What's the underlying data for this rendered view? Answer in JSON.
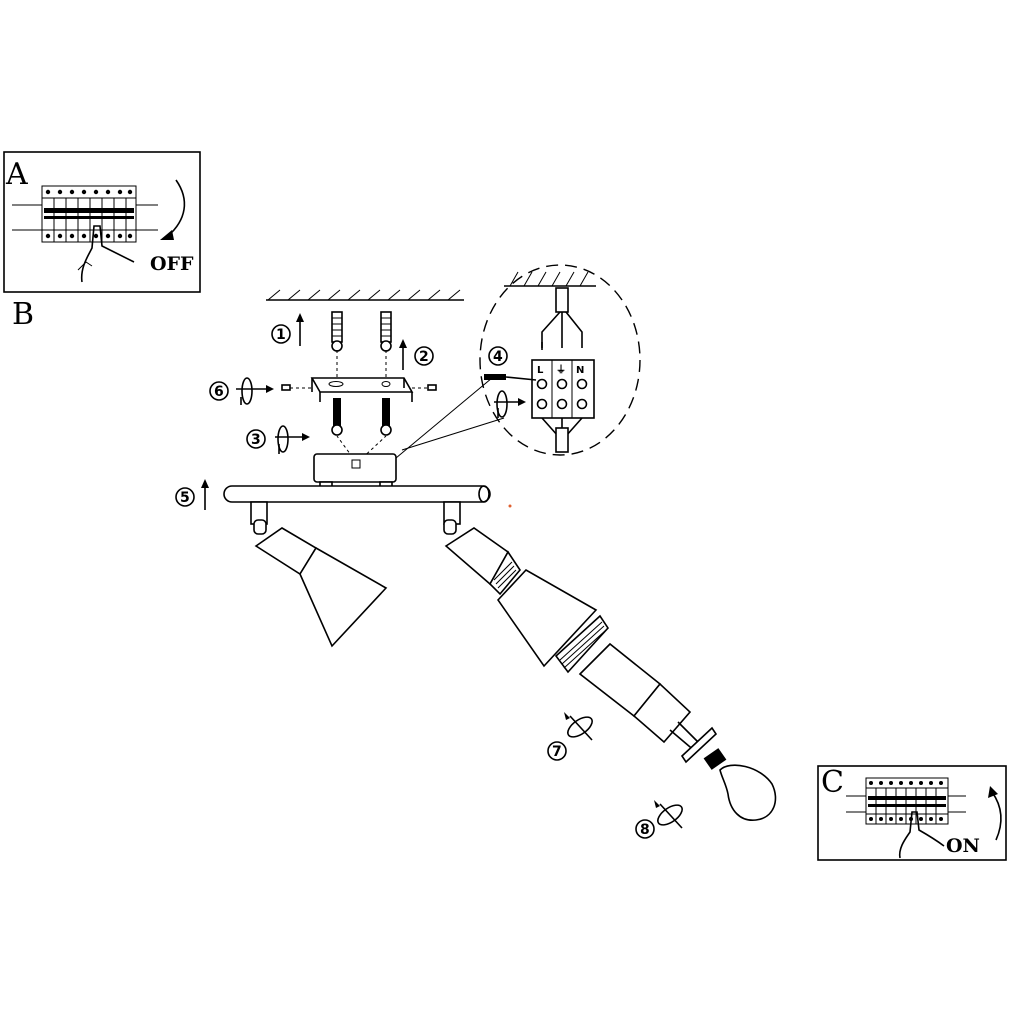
{
  "panels": {
    "a": {
      "letter": "A",
      "switch_label": "OFF"
    },
    "b": {
      "letter": "B"
    },
    "c": {
      "letter": "C",
      "switch_label": "ON"
    }
  },
  "terminal_block": {
    "labels": [
      "L",
      "⏚",
      "N"
    ]
  },
  "steps": [
    {
      "num": "1",
      "icon": "arrow-up-icon"
    },
    {
      "num": "2",
      "icon": "arrow-up-icon"
    },
    {
      "num": "3",
      "icon": "rotate-screw-icon"
    },
    {
      "num": "4",
      "icon": "screwdriver-icon"
    },
    {
      "num": "5",
      "icon": "arrow-up-icon"
    },
    {
      "num": "6",
      "icon": "rotate-screw-icon"
    },
    {
      "num": "7",
      "icon": "rotate-icon"
    },
    {
      "num": "8",
      "icon": "rotate-icon"
    }
  ]
}
